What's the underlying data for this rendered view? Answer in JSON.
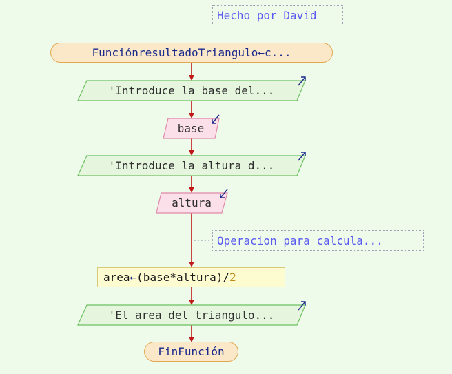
{
  "author_comment": "Hecho por David",
  "start": {
    "keyword": "Función",
    "name": "resultadoTriangulo",
    "assign": "←",
    "rest": "c..."
  },
  "output1": "'Introduce la base del...",
  "input1": "base",
  "output2": "'Introduce la altura d...",
  "input2": "altura",
  "calc_comment": "Operacion para calcula...",
  "process": {
    "var": "area",
    "assign": "←",
    "expr": "(base*altura)/",
    "number": "2"
  },
  "output3": "'El area del triangulo...",
  "end": "FinFunción",
  "colors": {
    "background": "#eefaea",
    "flow_line": "#c01818",
    "comment_text": "#5a5af0",
    "output_fill": "#e6f6de",
    "output_border": "#6cc060",
    "input_fill": "#fbe0ea",
    "input_border": "#e088a8",
    "terminal_fill": "#fbe8c8",
    "terminal_border": "#e0a850",
    "process_fill": "#fdfbd0",
    "process_border": "#d8c878"
  }
}
